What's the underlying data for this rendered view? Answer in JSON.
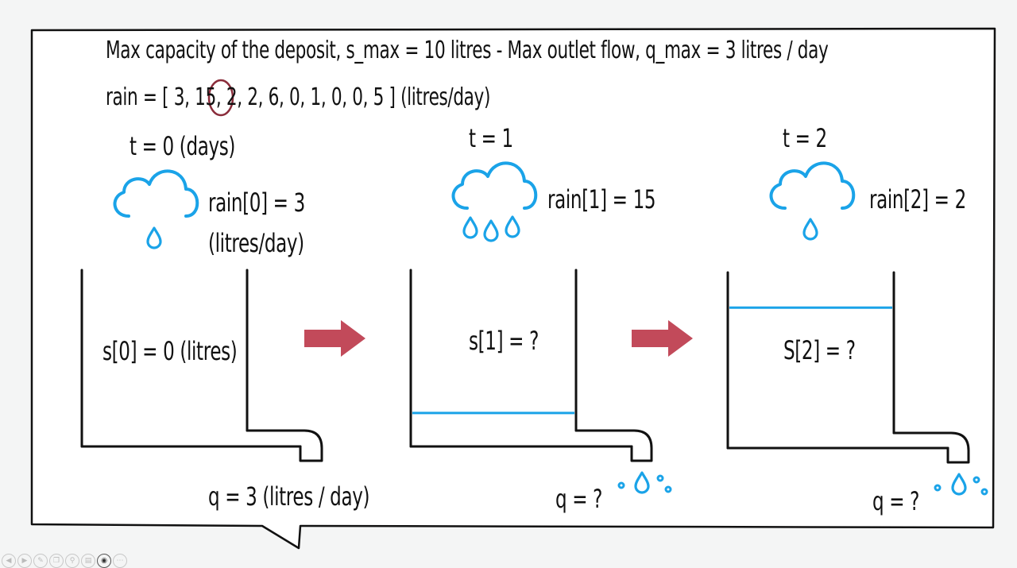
{
  "header": {
    "line1": "Max capacity of the deposit, s_max = 10 litres - Max outlet flow, q_max = 3 litres / day",
    "line2": "rain = [ 3, 15, 2, 2, 6, 0, 1, 0, 0, 5 ] (litres/day)"
  },
  "steps": [
    {
      "time": "t = 0 (days)",
      "rain": "rain[0] = 3",
      "rain_unit": "(litres/day)",
      "storage": "s[0] = 0 (litres)",
      "outflow": "q = 3 (litres / day)",
      "water_level": 0
    },
    {
      "time": "t = 1",
      "rain": "rain[1] = 15",
      "storage": "s[1] = ?",
      "outflow": "q = ?",
      "water_level": 0.19
    },
    {
      "time": "t = 2",
      "rain": "rain[2] = 2",
      "storage": "S[2] = ?",
      "outflow": "q = ?",
      "water_level": 0.8
    }
  ],
  "icons": {
    "cloud": "rain-cloud-icon",
    "drop": "water-drop-icon",
    "arrow": "right-arrow-icon"
  },
  "colors": {
    "water": "#1aa3e8",
    "arrow": "#c24a5a",
    "highlight_circle": "#8a2c3a",
    "ink": "#111111"
  },
  "nav_icons": [
    "prev-icon",
    "next-icon",
    "pen-icon",
    "copy-icon",
    "zoom-icon",
    "slides-icon",
    "camera-icon",
    "more-icon"
  ]
}
